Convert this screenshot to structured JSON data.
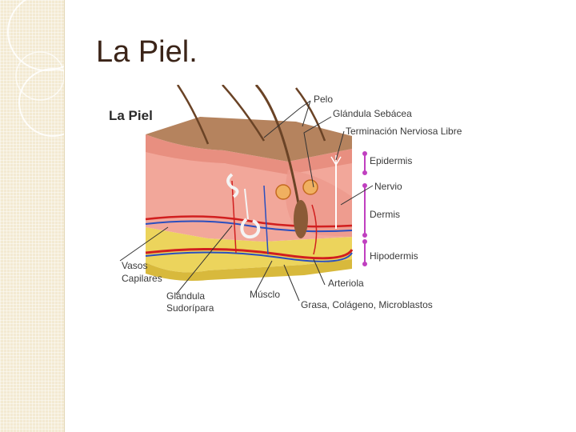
{
  "slide": {
    "title": "La Piel.",
    "accent_colors": {
      "side_strip": "#f3ead2",
      "title_text": "#3b2418"
    }
  },
  "figure": {
    "title": "La Piel",
    "labels": {
      "pelo": "Pelo",
      "glandula_sebacea": "Glándula Sebácea",
      "terminacion_nerviosa": "Terminación Nerviosa Libre",
      "epidermis": "Epidermis",
      "nervio": "Nervio",
      "dermis": "Dermis",
      "hipodermis": "Hipodermis",
      "vasos_line1": "Vasos",
      "vasos_line2": "Capilares",
      "arteriola": "Arteriola",
      "glandula_sud_line1": "Glándula",
      "glandula_sud_line2": "Sudorípara",
      "musculo": "Músclo",
      "grasa": "Grasa, Colágeno, Microblastos"
    },
    "colors": {
      "epidermis_top": "#b5835e",
      "epidermis_face": "#e88f80",
      "dermis": "#f2a79a",
      "hypodermis": "#ecd45c",
      "hair": "#6a4326",
      "artery": "#d11f1f",
      "vein": "#2a4fbf",
      "bracket": "#c040c0"
    }
  }
}
